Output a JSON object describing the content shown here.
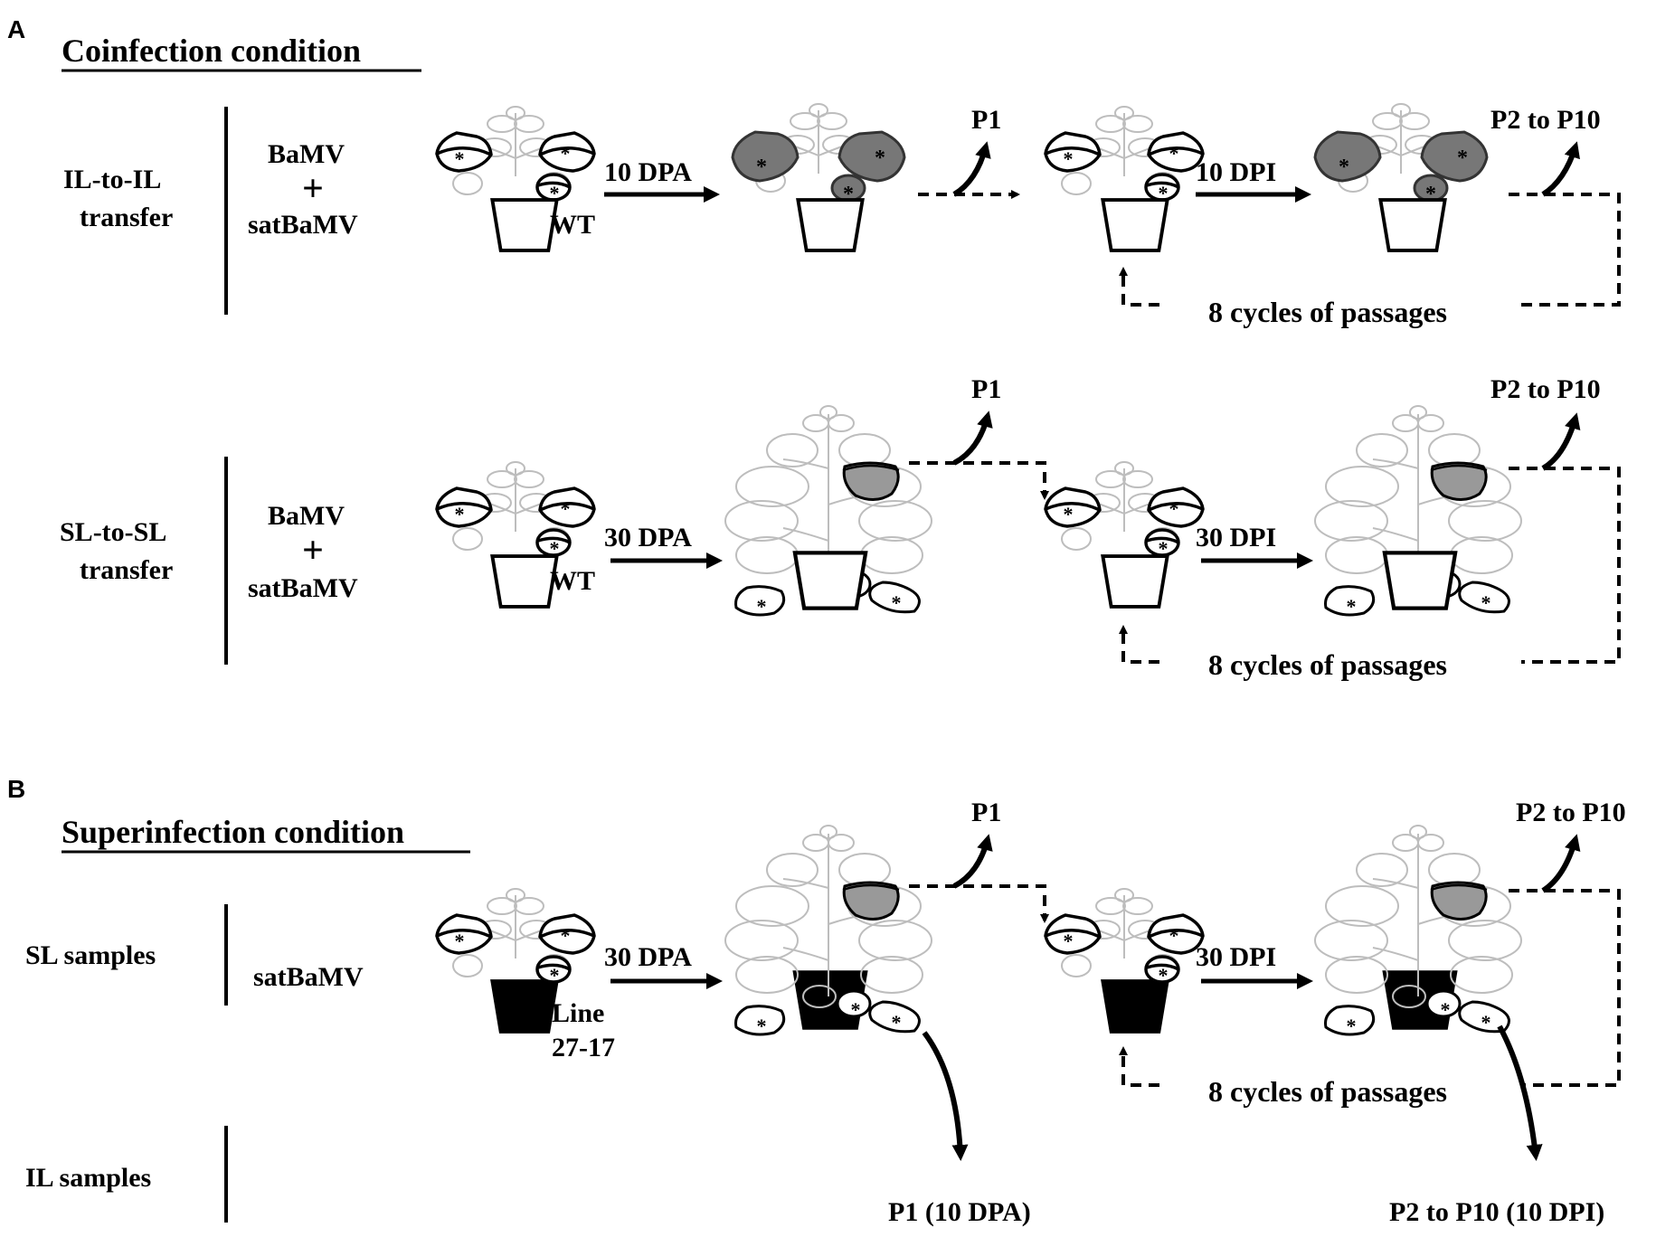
{
  "panel_a": {
    "letter": "A",
    "heading": "Coinfection condition",
    "rows": [
      {
        "label_line1": "IL-to-IL",
        "label_line2": "transfer",
        "inoculum_line1": "BaMV",
        "inoculum_plus": "+",
        "inoculum_line2": "satBaMV",
        "plant_type": "WT",
        "step1": "10 DPA",
        "sample1": "P1",
        "step2": "10 DPI",
        "sample2": "P2 to P10",
        "cycle_note": "8 cycles of passages"
      },
      {
        "label_line1": "SL-to-SL",
        "label_line2": "transfer",
        "inoculum_line1": "BaMV",
        "inoculum_plus": "+",
        "inoculum_line2": "satBaMV",
        "plant_type": "WT",
        "step1": "30 DPA",
        "sample1": "P1",
        "step2": "30 DPI",
        "sample2": "P2 to P10",
        "cycle_note": "8 cycles of passages"
      }
    ]
  },
  "panel_b": {
    "letter": "B",
    "heading": "Superinfection condition",
    "sl_label": "SL samples",
    "il_label": "IL samples",
    "inoculum": "satBaMV",
    "plant_type_line1": "Line",
    "plant_type_line2": "27-17",
    "step1": "30 DPA",
    "sample1": "P1",
    "step2": "30 DPI",
    "sample2": "P2 to P10",
    "cycle_note": "8 cycles of passages",
    "il_sample1": "P1 (10 DPA)",
    "il_sample2": "P2 to P10 (10 DPI)"
  },
  "colors": {
    "infected_leaf": "#777777",
    "systemic_leaf": "#999999",
    "transgenic_pot": "#000000"
  }
}
